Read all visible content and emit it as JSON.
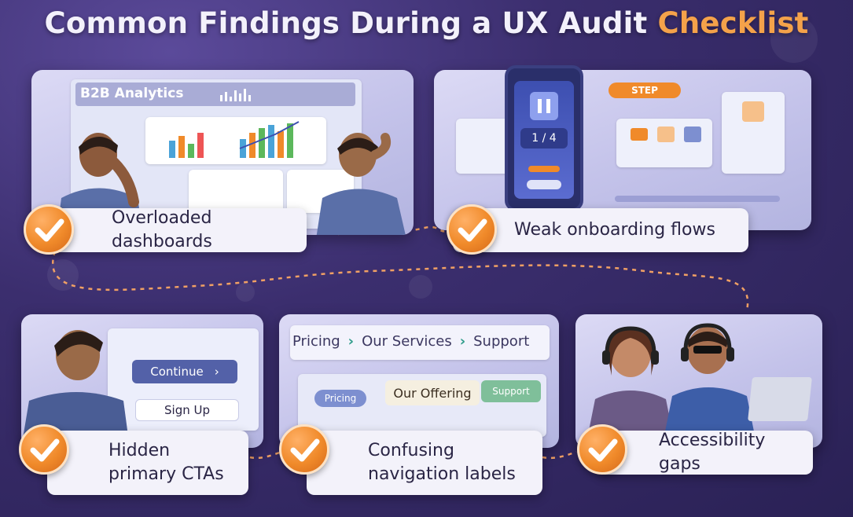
{
  "title": {
    "main": "Common Findings During a UX Audit",
    "accent": "Checklist"
  },
  "cards": [
    {
      "label": "Overloaded dashboards",
      "screen_title": "B2B Analytics"
    },
    {
      "label": "Weak onboarding flows",
      "step_badge": "STEP",
      "phone_counter": "1 / 4"
    },
    {
      "label": "Hidden primary CTAs",
      "btn_primary": "Continue",
      "btn_secondary": "Sign Up"
    },
    {
      "label": "Confusing navigation labels",
      "crumbs": [
        "Pricing",
        "Our Services",
        "Support"
      ],
      "tabs": [
        "Pricing",
        "Our Offering",
        "Support"
      ]
    },
    {
      "label": "Accessibility gaps"
    }
  ],
  "colors": {
    "accent": "#f4a24a",
    "check": "#f08a2a",
    "background": "#3b2e6e",
    "label_bg": "#f3f2fa"
  }
}
